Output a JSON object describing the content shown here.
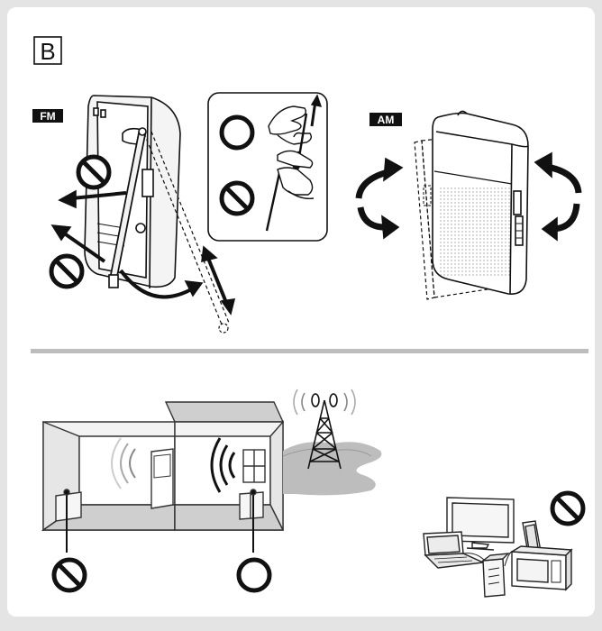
{
  "section_label": "B",
  "badges": {
    "fm": "FM",
    "am": "AM"
  },
  "symbols": {
    "ok": "circle-ok",
    "ng": "prohibited"
  },
  "colors": {
    "ink": "#1a1a1a",
    "ground": "#cfcfcf",
    "divider": "#bdbdbd",
    "badge": "#111111"
  }
}
